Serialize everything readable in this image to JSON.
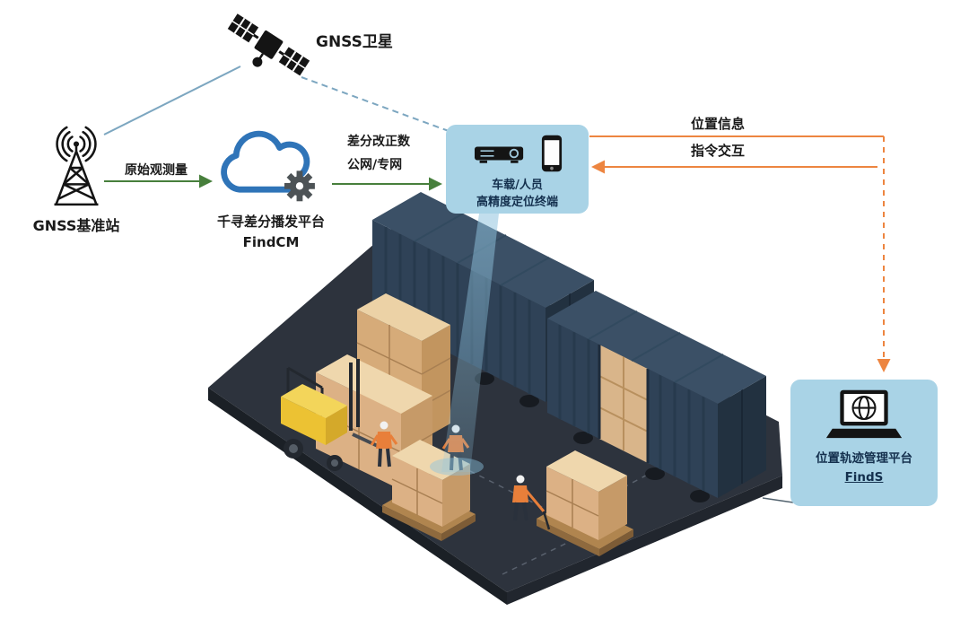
{
  "nodes": {
    "satellite": {
      "label": "GNSS卫星"
    },
    "base_station": {
      "label": "GNSS基准站"
    },
    "cloud_platform": {
      "name": "千寻差分播发平台",
      "product": "FindCM"
    },
    "terminal": {
      "line1": "车载/人员",
      "line2": "高精度定位终端"
    },
    "management_platform": {
      "name": "位置轨迹管理平台",
      "product": "FindS"
    }
  },
  "edges": {
    "raw_observation": {
      "label": "原始观测量",
      "from": "base_station",
      "to": "cloud_platform",
      "style": "solid-green-arrow"
    },
    "correction": {
      "line1": "差分改正数",
      "line2": "公网/专网",
      "from": "cloud_platform",
      "to": "terminal",
      "style": "solid-green-arrow"
    },
    "satellite_to_base": {
      "from": "satellite",
      "to": "base_station",
      "style": "solid-blue"
    },
    "satellite_to_terminal": {
      "from": "satellite",
      "to": "terminal",
      "style": "dashed-blue"
    },
    "position_info": {
      "label": "位置信息",
      "from": "terminal",
      "to": "management_platform",
      "style": "orange-solid-then-dashed"
    },
    "command_interaction": {
      "label": "指令交互",
      "from": "management_platform",
      "to": "terminal",
      "style": "orange-solid-arrow"
    }
  },
  "icons": {
    "satellite": "satellite-icon",
    "base_station": "radio-tower-icon",
    "cloud_platform": "cloud-gear-icon",
    "terminal_receiver": "receiver-device-icon",
    "terminal_phone": "smartphone-icon",
    "management_platform": "laptop-globe-icon"
  },
  "scene": {
    "name": "warehouse-yard-illustration",
    "elements": [
      "shipping-container",
      "shipping-container-open",
      "crate-stacks",
      "pallet-boxes",
      "forklift",
      "workers",
      "pallet-jack",
      "positioning-beam"
    ]
  },
  "colors": {
    "node_box_bg": "#a9d3e6",
    "label_text": "#1a1a1a",
    "box_text": "#14304e",
    "cloud_blue": "#2f74b8",
    "gear_gray": "#4d5356",
    "green_arrow": "#477f3c",
    "orange_arrow": "#ed8540",
    "link_blue": "#7ca6c0",
    "beam_blue": "#8fc3de",
    "platform_dark": "#2d333d",
    "container_navy": "#2f4257",
    "crate_tan": "#dcb185",
    "forklift_yellow": "#ecc233"
  }
}
